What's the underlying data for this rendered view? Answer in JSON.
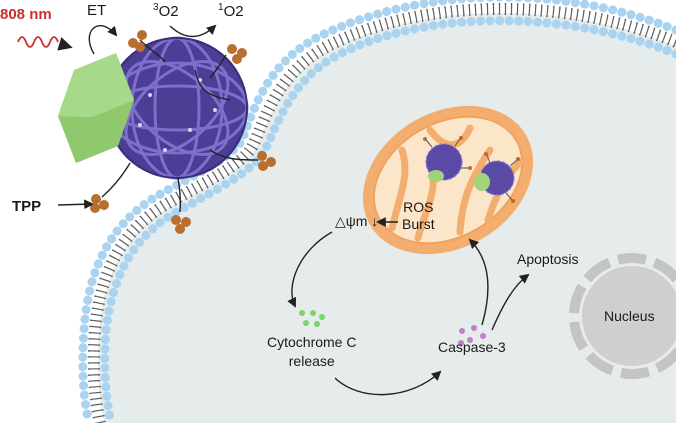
{
  "labels": {
    "laser": "808 nm",
    "et": "ET",
    "triplet_oxygen": "3O2",
    "singlet_oxygen": "1O2",
    "tpp": "TPP",
    "delta_psi": "△ψm ↓",
    "ros_line1": "ROS",
    "ros_line2": "Burst",
    "apoptosis": "Apoptosis",
    "cytochrome_line1": "Cytochrome C",
    "cytochrome_line2": "release",
    "caspase": "Caspase-3",
    "nucleus": "Nucleus"
  },
  "colors": {
    "membrane_bead": "#a9d3ef",
    "cytoplasm": "#e6eceb",
    "mitochondrion_outer": "#f3ad6e",
    "mitochondrion_inner": "#fbe6c9",
    "framework": "#5a4aa5",
    "nanosheet": "#9fd47a",
    "tpp": "#b86e2e",
    "laser": "#c8322f",
    "cytochrome_dots": "#7bd36a",
    "caspase_dots": "#c27fc9",
    "nucleus": "#c4c4c4"
  },
  "icons": [
    "laser-wave-icon",
    "nanoparticle-icon",
    "tpp-molecule-icon",
    "mitochondrion-icon",
    "nucleus-icon"
  ]
}
